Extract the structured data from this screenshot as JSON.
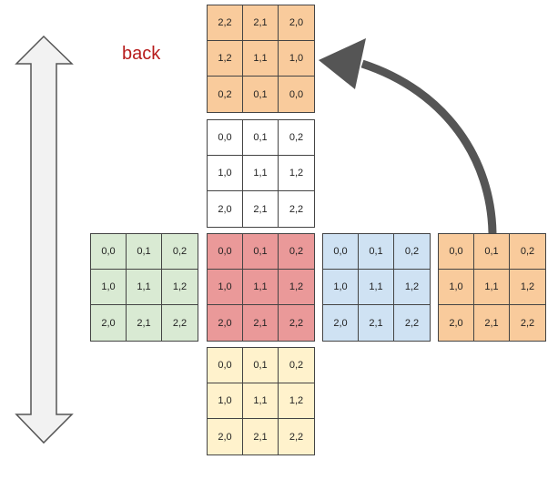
{
  "label": {
    "text": "back",
    "color": "#b71c1c"
  },
  "colors": {
    "white": "#ffffff",
    "green": "#d9ead3",
    "red": "#ea9999",
    "blue": "#cfe2f3",
    "yellow": "#fff2cc",
    "orange": "#f9cb9c",
    "arrow": "#555555",
    "double_arrow_fill": "#f2f2f2",
    "double_arrow_stroke": "#555555"
  },
  "grids": [
    {
      "id": "back-grid",
      "color": "orange",
      "cells": [
        [
          "2,2",
          "2,1",
          "2,0"
        ],
        [
          "1,2",
          "1,1",
          "1,0"
        ],
        [
          "0,2",
          "0,1",
          "0,0"
        ]
      ]
    },
    {
      "id": "top-grid",
      "color": "white",
      "cells": [
        [
          "0,0",
          "0,1",
          "0,2"
        ],
        [
          "1,0",
          "1,1",
          "1,2"
        ],
        [
          "2,0",
          "2,1",
          "2,2"
        ]
      ]
    },
    {
      "id": "left-grid",
      "color": "green",
      "cells": [
        [
          "0,0",
          "0,1",
          "0,2"
        ],
        [
          "1,0",
          "1,1",
          "1,2"
        ],
        [
          "2,0",
          "2,1",
          "2,2"
        ]
      ]
    },
    {
      "id": "center-grid",
      "color": "red",
      "cells": [
        [
          "0,0",
          "0,1",
          "0,2"
        ],
        [
          "1,0",
          "1,1",
          "1,2"
        ],
        [
          "2,0",
          "2,1",
          "2,2"
        ]
      ]
    },
    {
      "id": "right-grid",
      "color": "blue",
      "cells": [
        [
          "0,0",
          "0,1",
          "0,2"
        ],
        [
          "1,0",
          "1,1",
          "1,2"
        ],
        [
          "2,0",
          "2,1",
          "2,2"
        ]
      ]
    },
    {
      "id": "far-right-grid",
      "color": "orange",
      "cells": [
        [
          "0,0",
          "0,1",
          "0,2"
        ],
        [
          "1,0",
          "1,1",
          "1,2"
        ],
        [
          "2,0",
          "2,1",
          "2,2"
        ]
      ]
    },
    {
      "id": "bottom-grid",
      "color": "yellow",
      "cells": [
        [
          "0,0",
          "0,1",
          "0,2"
        ],
        [
          "1,0",
          "1,1",
          "1,2"
        ],
        [
          "2,0",
          "2,1",
          "2,2"
        ]
      ]
    }
  ]
}
